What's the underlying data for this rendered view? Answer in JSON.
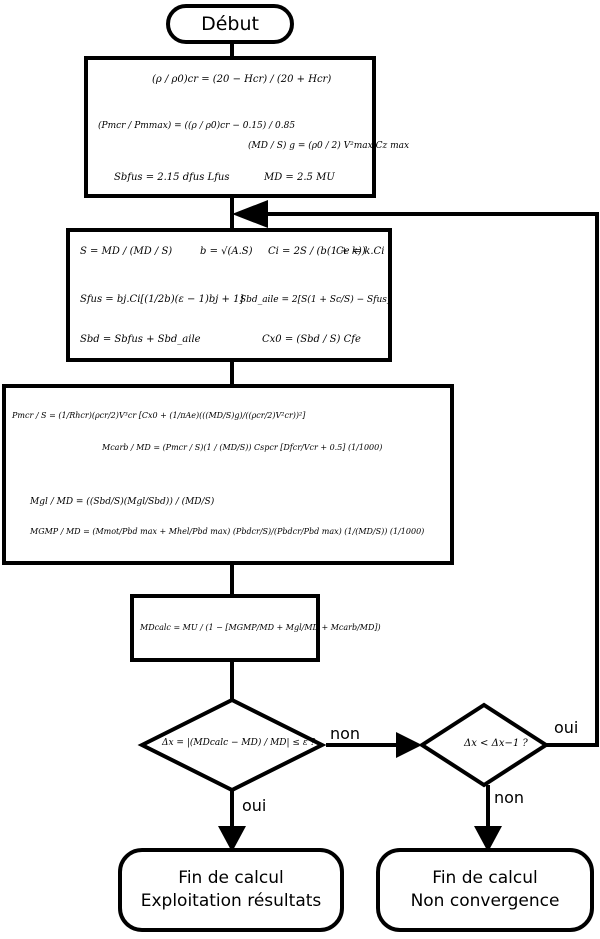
{
  "start_label": "Début",
  "box1": {
    "line1": "(ρ / ρ0)cr = (20 − Hcr) / (20 + Hcr)",
    "line2a": "(Pmcr / Pmmax) = ((ρ / ρ0)cr − 0.15) / 0.85",
    "line2b": "(MD / S) g = (ρ0 / 2) V²max Cz max",
    "line3a": "Sbfus = 2.15 dfus Lfus",
    "line3b": "MD = 2.5 MU"
  },
  "box2": {
    "line1a": "S = MD / (MD / S)",
    "line1b": "b = √(A.S)",
    "line1c": "Ci = 2S / (b(1 + k))",
    "line1d": "Ce = k.Ci",
    "line2a": "Sfus = bj.Ci[(1/2b)(ε − 1)bj + 1]",
    "line2b": "Sbd_aile = 2[S(1 + Sc/S) − Sfus]",
    "line3a": "Sbd = Sbfus + Sbd_aile",
    "line3b": "Cx0 = (Sbd / S) Cfe"
  },
  "box3": {
    "line1a": "Pmcr / S = (1/Rhcr)(ρcr/2)V³cr [Cx0 + (1/πAe)(((MD/S)g)/((ρcr/2)V²cr))²]",
    "line1b": "Mcarb / MD = (Pmcr / S)(1 / (MD/S)) Cspcr [Dfcr/Vcr + 0.5] (1/1000)",
    "line2a": "Mgl / MD = ((Sbd/S)(Mgl/Sbd)) / (MD/S)",
    "line2b": "MGMP / MD = (Mmot/Pbd max + Mhel/Pbd max) (Pbdcr/S)/(Pbdcr/Pbd max) (1/(MD/S)) (1/1000)"
  },
  "box4": {
    "line1": "MDcalc = MU / (1 − [MGMP/MD + Mgl/MD + Mcarb/MD])"
  },
  "decision1": "Δx = |(MDcalc − MD) / MD| ≤ ε ?",
  "decision2": "Δx < Δx−1 ?",
  "labels": {
    "non1": "non",
    "oui1": "oui",
    "non2": "non",
    "oui2": "oui"
  },
  "end1": {
    "line1": "Fin de calcul",
    "line2": "Exploitation résultats"
  },
  "end2": {
    "line1": "Fin de calcul",
    "line2": "Non convergence"
  }
}
